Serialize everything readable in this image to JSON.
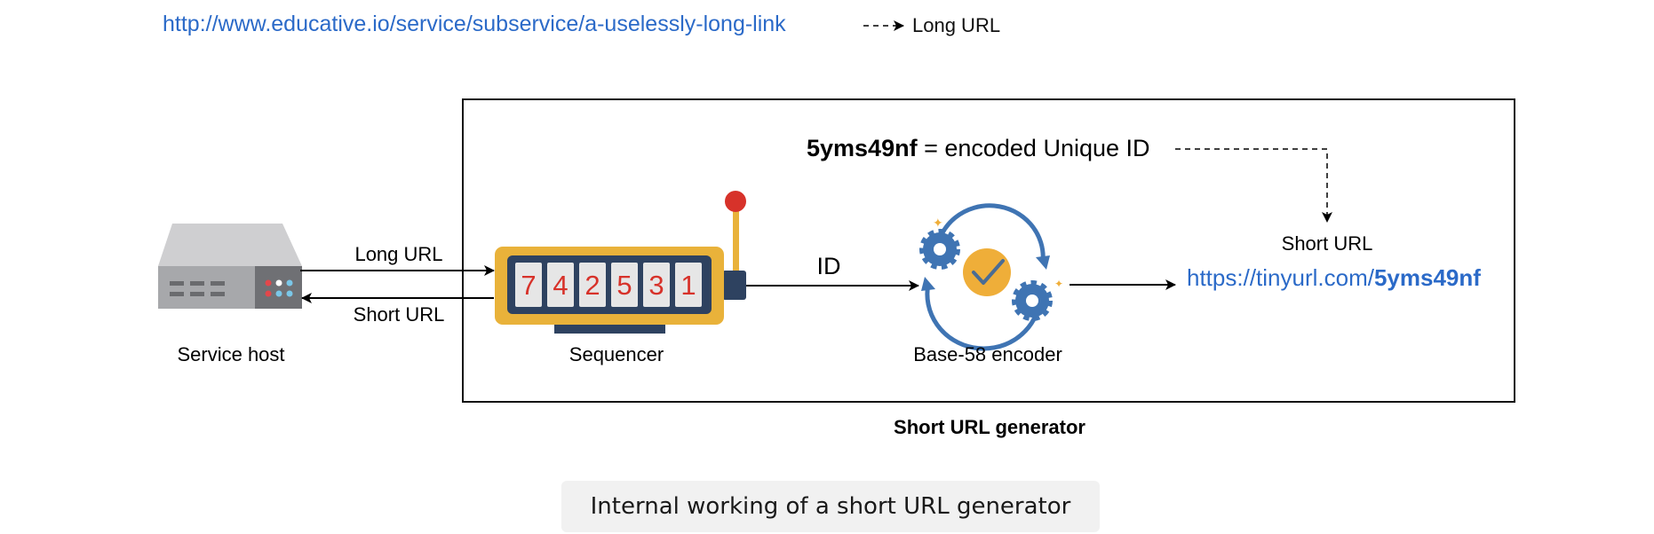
{
  "long_url": {
    "link": "http://www.educative.io/service/subservice/a-uselessly-long-link",
    "label": "Long URL"
  },
  "service_host": {
    "label": "Service host"
  },
  "arrows": {
    "to_sequencer": "Long URL",
    "from_sequencer": "Short URL",
    "id": "ID"
  },
  "sequencer": {
    "label": "Sequencer",
    "digits": [
      "7",
      "4",
      "2",
      "5",
      "3",
      "1"
    ]
  },
  "encoder": {
    "label": "Base-58 encoder"
  },
  "encoded_note": {
    "id": "5yms49nf",
    "text": " = encoded Unique ID"
  },
  "short_url": {
    "label": "Short URL",
    "prefix": "https://tinyurl.com/",
    "id": "5yms49nf"
  },
  "generator": {
    "label": "Short URL generator"
  },
  "caption": "Internal working of a short URL generator",
  "colors": {
    "link_blue": "#2b6ac8",
    "sequencer_yellow": "#e9b23a",
    "sequencer_navy": "#2e4260",
    "digit_red": "#d7322a",
    "gear_blue": "#3f74b3",
    "check_orange": "#efae39",
    "server_gray": "#cfcfd1"
  }
}
